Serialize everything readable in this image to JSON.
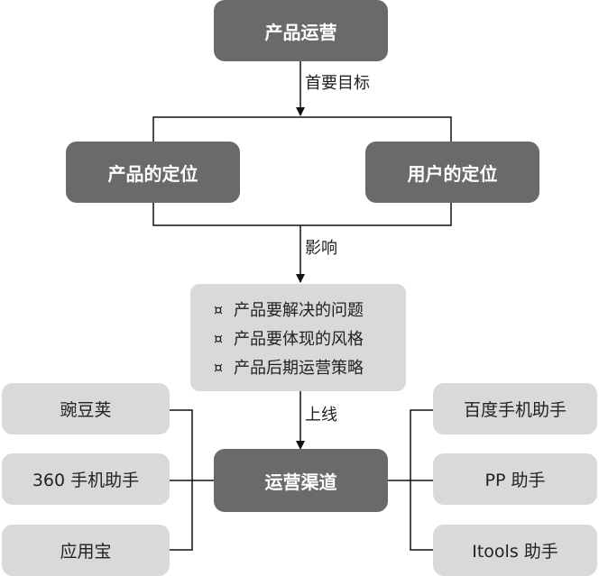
{
  "nodes": {
    "top": "产品运营",
    "product_position": "产品的定位",
    "user_position": "用户的定位",
    "channels": "运营渠道"
  },
  "edge_labels": {
    "primary_goal": "首要目标",
    "influence": "影响",
    "launch": "上线"
  },
  "issues": {
    "bullet": "¤",
    "items": [
      "产品要解决的问题",
      "产品要体现的风格",
      "产品后期运营策略"
    ]
  },
  "left_channels": [
    "豌豆荚",
    "360 手机助手",
    "应用宝"
  ],
  "right_channels": [
    "百度手机助手",
    "PP 助手",
    "Itools 助手"
  ],
  "colors": {
    "dark_node": "#6a6a6a",
    "light_node": "#d9d9d9",
    "line": "#111111"
  }
}
